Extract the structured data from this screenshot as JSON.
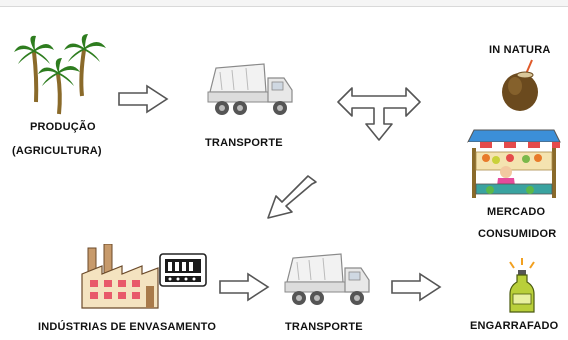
{
  "labels": {
    "producao": "PRODUÇÃO",
    "agricultura": "(AGRICULTURA)",
    "transporte_top": "TRANSPORTE",
    "in_natura": "IN NATURA",
    "mercado": "MERCADO",
    "consumidor": "CONSUMIDOR",
    "industrias": "INDÚSTRIAS DE ENVASAMENTO",
    "transporte_bottom": "TRANSPORTE",
    "engarrafado": "ENGARRAFADO"
  },
  "icons": {
    "palm_trees": "palm-trees-icon",
    "truck": "dump-truck-icon",
    "coconut": "coconut-icon",
    "market": "market-stall-icon",
    "factory": "factory-icon",
    "bottling_machine": "bottling-machine-icon",
    "bottle": "bottle-icon",
    "arrow_right": "arrow-right-icon",
    "arrow_split": "three-way-arrow-icon",
    "arrow_diagonal": "arrow-down-left-icon"
  },
  "colors": {
    "palm_leaf": "#2e7d1f",
    "palm_trunk": "#8a6a2a",
    "coconut": "#6b4a1e",
    "factory_roof": "#c79a6b",
    "bottle": "#b9cf3a",
    "market_awning": "#3c8fd8",
    "truck_gray": "#9a9a9a"
  }
}
